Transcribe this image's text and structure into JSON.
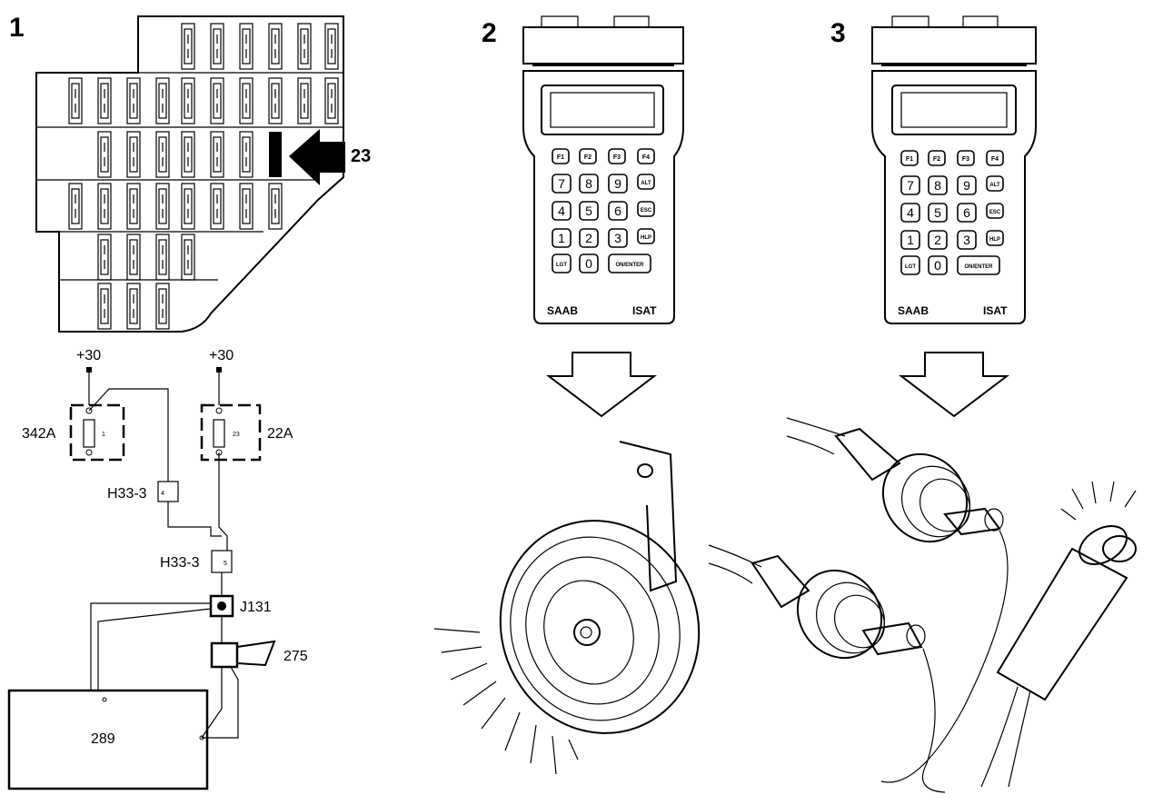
{
  "panels": [
    {
      "number": "1"
    },
    {
      "number": "2"
    },
    {
      "number": "3"
    }
  ],
  "fusebox": {
    "arrow_label": "23"
  },
  "circuit": {
    "supply_a": "+30",
    "supply_b": "+30",
    "fuse_a_name": "342A",
    "fuse_a_number": "1",
    "fuse_b_name": "22A",
    "fuse_b_number": "23",
    "connector_a": "H33-3",
    "connector_a_pin": "4",
    "connector_b": "H33-3",
    "connector_b_pin": "5",
    "junction": "J131",
    "horn": "275",
    "control_unit": "289"
  },
  "tester": {
    "brand": "SAAB",
    "model": "ISAT",
    "keys": [
      [
        "F1",
        "F2",
        "F3",
        "F4"
      ],
      [
        "7",
        "8",
        "9",
        "ALT"
      ],
      [
        "4",
        "5",
        "6",
        "ESC"
      ],
      [
        "1",
        "2",
        "3",
        "HLP"
      ],
      [
        "LGT",
        "0",
        "ON/ENTER"
      ]
    ]
  }
}
